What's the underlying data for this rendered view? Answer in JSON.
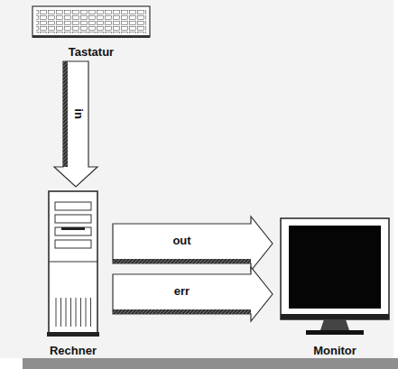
{
  "diagram": {
    "nodes": [
      {
        "text": [
          "Tastatur"
        ]
      },
      {
        "text": [
          "Rechner"
        ]
      },
      {
        "text": [
          "Monitor"
        ]
      }
    ],
    "edges": [
      {
        "from": 0,
        "to": 1,
        "label": "in",
        "arrow": "to"
      },
      {
        "from": 1,
        "to": 2,
        "label": "out",
        "arrow": "to"
      },
      {
        "from": 1,
        "to": 2,
        "label": "err",
        "arrow": "to"
      }
    ]
  }
}
